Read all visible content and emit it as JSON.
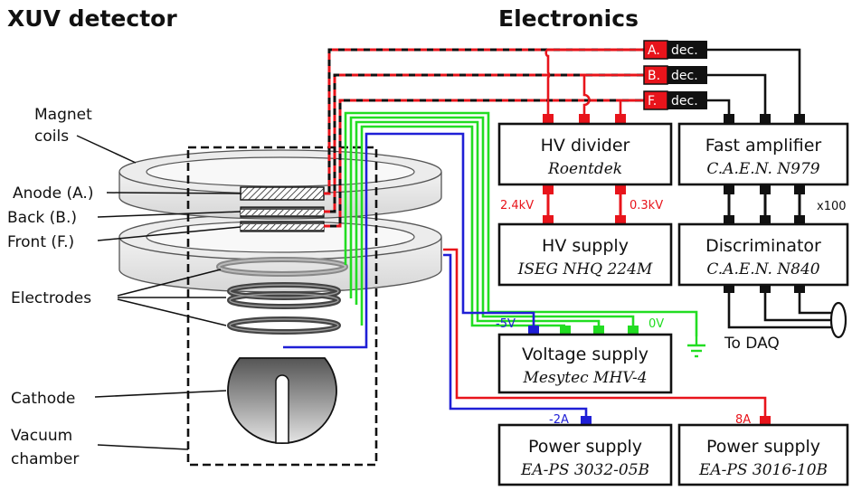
{
  "headers": {
    "left": "XUV detector",
    "right": "Electronics"
  },
  "detector_labels": {
    "magnet_1": "Magnet",
    "magnet_2": "coils",
    "anode": "Anode (A.)",
    "back": "Back (B.)",
    "front": "Front (F.)",
    "electrodes": "Electrodes",
    "cathode": "Cathode",
    "vacuum_1": "Vacuum",
    "vacuum_2": "chamber"
  },
  "tags": {
    "a_letter": "A.",
    "b_letter": "B.",
    "f_letter": "F.",
    "dec": "dec."
  },
  "boxes": {
    "hv_divider": {
      "title": "HV divider",
      "model": "Roentdek"
    },
    "fast_amp": {
      "title": "Fast amplifier",
      "model": "C.A.E.N. N979"
    },
    "hv_supply": {
      "title": "HV supply",
      "model": "ISEG NHQ 224M"
    },
    "discriminator": {
      "title": "Discriminator",
      "model": "C.A.E.N. N840"
    },
    "voltage_supply": {
      "title": "Voltage supply",
      "model": "Mesytec MHV-4"
    },
    "power_1": {
      "title": "Power supply",
      "model": "EA-PS 3032-05B"
    },
    "power_2": {
      "title": "Power supply",
      "model": "EA-PS 3016-10B"
    }
  },
  "values": {
    "hv_1": "2.4kV",
    "hv_2": "0.3kV",
    "gain": "x100",
    "v_neg": "-5V",
    "v_zero": "0V",
    "i_neg": "-2A",
    "i_pos": "8A",
    "daq": "To DAQ"
  },
  "colors": {
    "red": "#e8141b",
    "green": "#22dd22",
    "blue": "#1f1fd6",
    "black": "#111111"
  }
}
